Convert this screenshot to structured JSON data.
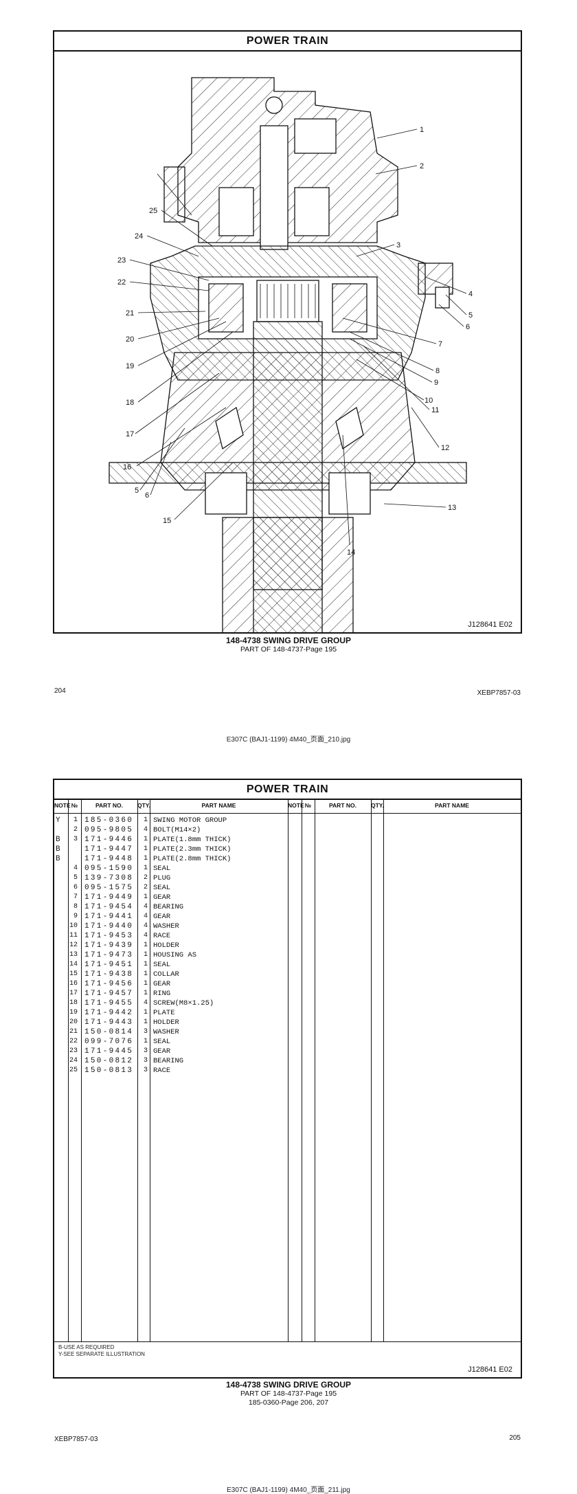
{
  "page1": {
    "section_title": "POWER TRAIN",
    "callouts": [
      "1",
      "2",
      "3",
      "4",
      "5",
      "6",
      "7",
      "8",
      "9",
      "10",
      "11",
      "12",
      "13",
      "14",
      "15",
      "16",
      "17",
      "18",
      "19",
      "20",
      "21",
      "22",
      "23",
      "24",
      "25",
      "5",
      "6"
    ],
    "illustration_ref": "J128641 E02",
    "group_title": "148-4738 SWING DRIVE GROUP",
    "group_sub": "PART OF 148-4737-Page 195",
    "page_number": "204",
    "doc_code": "XEBP7857-03",
    "file_name": "E307C (BAJ1-1199) 4M40_页面_210.jpg"
  },
  "page2": {
    "section_title": "POWER TRAIN",
    "headers": {
      "note": "NOTE",
      "no": "№",
      "part_no": "PART NO.",
      "qty": "QTY.",
      "part_name": "PART NAME"
    },
    "rows": [
      {
        "note": "Y",
        "no": "1",
        "part_no": "185-0360",
        "qty": "1",
        "name": "SWING MOTOR GROUP"
      },
      {
        "note": "",
        "no": "2",
        "part_no": "095-9805",
        "qty": "4",
        "name": "BOLT(M14×2)"
      },
      {
        "note": "B",
        "no": "3",
        "part_no": "171-9446",
        "qty": "1",
        "name": "PLATE(1.8mm THICK)"
      },
      {
        "note": "B",
        "no": "",
        "part_no": "171-9447",
        "qty": "1",
        "name": "PLATE(2.3mm THICK)"
      },
      {
        "note": "B",
        "no": "",
        "part_no": "171-9448",
        "qty": "1",
        "name": "PLATE(2.8mm THICK)"
      },
      {
        "note": "",
        "no": "4",
        "part_no": "095-1590",
        "qty": "1",
        "name": "SEAL"
      },
      {
        "note": "",
        "no": "5",
        "part_no": "139-7308",
        "qty": "2",
        "name": "PLUG"
      },
      {
        "note": "",
        "no": "6",
        "part_no": "095-1575",
        "qty": "2",
        "name": "SEAL"
      },
      {
        "note": "",
        "no": "7",
        "part_no": "171-9449",
        "qty": "1",
        "name": "GEAR"
      },
      {
        "note": "",
        "no": "8",
        "part_no": "171-9454",
        "qty": "4",
        "name": "BEARING"
      },
      {
        "note": "",
        "no": "9",
        "part_no": "171-9441",
        "qty": "4",
        "name": "GEAR"
      },
      {
        "note": "",
        "no": "10",
        "part_no": "171-9440",
        "qty": "4",
        "name": "WASHER"
      },
      {
        "note": "",
        "no": "11",
        "part_no": "171-9453",
        "qty": "4",
        "name": "RACE"
      },
      {
        "note": "",
        "no": "12",
        "part_no": "171-9439",
        "qty": "1",
        "name": "HOLDER"
      },
      {
        "note": "",
        "no": "13",
        "part_no": "171-9473",
        "qty": "1",
        "name": "HOUSING AS"
      },
      {
        "note": "",
        "no": "14",
        "part_no": "171-9451",
        "qty": "1",
        "name": "SEAL"
      },
      {
        "note": "",
        "no": "15",
        "part_no": "171-9438",
        "qty": "1",
        "name": "COLLAR"
      },
      {
        "note": "",
        "no": "16",
        "part_no": "171-9456",
        "qty": "1",
        "name": "GEAR"
      },
      {
        "note": "",
        "no": "17",
        "part_no": "171-9457",
        "qty": "1",
        "name": "RING"
      },
      {
        "note": "",
        "no": "18",
        "part_no": "171-9455",
        "qty": "4",
        "name": "SCREW(M8×1.25)"
      },
      {
        "note": "",
        "no": "19",
        "part_no": "171-9442",
        "qty": "1",
        "name": "PLATE"
      },
      {
        "note": "",
        "no": "20",
        "part_no": "171-9443",
        "qty": "1",
        "name": "HOLDER"
      },
      {
        "note": "",
        "no": "21",
        "part_no": "150-0814",
        "qty": "3",
        "name": "WASHER"
      },
      {
        "note": "",
        "no": "22",
        "part_no": "099-7076",
        "qty": "1",
        "name": "SEAL"
      },
      {
        "note": "",
        "no": "23",
        "part_no": "171-9445",
        "qty": "3",
        "name": "GEAR"
      },
      {
        "note": "",
        "no": "24",
        "part_no": "150-0812",
        "qty": "3",
        "name": "BEARING"
      },
      {
        "note": "",
        "no": "25",
        "part_no": "150-0813",
        "qty": "3",
        "name": "RACE"
      }
    ],
    "footnote_1": "B-USE AS REQUIRED",
    "footnote_2": "Y-SEE SEPARATE ILLUSTRATION",
    "illustration_ref": "J128641 E02",
    "group_title": "148-4738 SWING DRIVE GROUP",
    "group_sub": "PART OF 148-4737-Page 195",
    "group_sub2": "185-0360-Page 206, 207",
    "page_number": "205",
    "doc_code": "XEBP7857-03",
    "file_name": "E307C (BAJ1-1199) 4M40_页面_211.jpg"
  }
}
